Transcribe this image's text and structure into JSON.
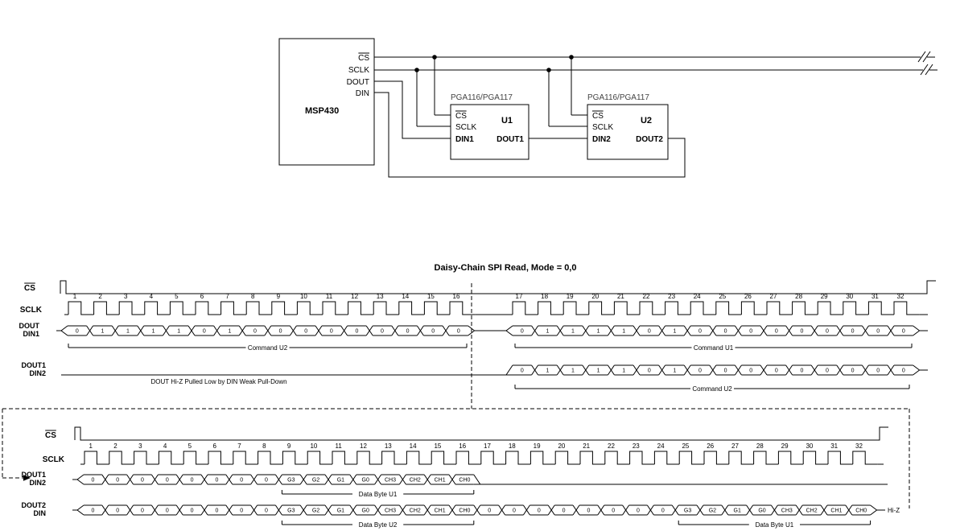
{
  "circuit": {
    "mcu": {
      "name": "MSP430",
      "pins": [
        "CS",
        "SCLK",
        "DOUT",
        "DIN"
      ]
    },
    "devices": [
      {
        "part": "PGA116/PGA117",
        "ref": "U1",
        "left_pins": [
          "CS",
          "SCLK",
          "DIN1"
        ],
        "right_pin": "DOUT1"
      },
      {
        "part": "PGA116/PGA117",
        "ref": "U2",
        "left_pins": [
          "CS",
          "SCLK",
          "DIN2"
        ],
        "right_pin": "DOUT2"
      }
    ]
  },
  "timing_title": "Daisy-Chain SPI Read, Mode = 0,0",
  "frame1": {
    "cs_label": "CS",
    "sclk_label": "SCLK",
    "clock_numbers": [
      "1",
      "2",
      "3",
      "4",
      "5",
      "6",
      "7",
      "8",
      "9",
      "10",
      "11",
      "12",
      "13",
      "14",
      "15",
      "16",
      "17",
      "18",
      "19",
      "20",
      "21",
      "22",
      "23",
      "24",
      "25",
      "26",
      "27",
      "28",
      "29",
      "30",
      "31",
      "32"
    ],
    "row_dout_din1": {
      "labels": [
        "DOUT",
        "DIN1"
      ],
      "groups": [
        {
          "bits": [
            "0",
            "1",
            "1",
            "1",
            "1",
            "0",
            "1",
            "0",
            "0",
            "0",
            "0",
            "0",
            "0",
            "0",
            "0",
            "0"
          ],
          "caption": "Command U2"
        },
        {
          "bits": [
            "0",
            "1",
            "1",
            "1",
            "1",
            "0",
            "1",
            "0",
            "0",
            "0",
            "0",
            "0",
            "0",
            "0",
            "0",
            "0"
          ],
          "caption": "Command U1"
        }
      ]
    },
    "row_dout1_din2": {
      "labels": [
        "DOUT1",
        "DIN2"
      ],
      "note": "DOUT Hi-Z Pulled Low by DIN Weak Pull-Down",
      "groups": [
        {
          "bits": [
            "0",
            "1",
            "1",
            "1",
            "1",
            "0",
            "1",
            "0",
            "0",
            "0",
            "0",
            "0",
            "0",
            "0",
            "0",
            "0"
          ],
          "caption": "Command U2"
        }
      ]
    }
  },
  "frame2": {
    "cs_label": "CS",
    "sclk_label": "SCLK",
    "clock_numbers": [
      "1",
      "2",
      "3",
      "4",
      "5",
      "6",
      "7",
      "8",
      "9",
      "10",
      "11",
      "12",
      "13",
      "14",
      "15",
      "16",
      "17",
      "18",
      "19",
      "20",
      "21",
      "22",
      "23",
      "24",
      "25",
      "26",
      "27",
      "28",
      "29",
      "30",
      "31",
      "32"
    ],
    "row_dout1_din2": {
      "labels": [
        "DOUT1",
        "DIN2"
      ],
      "bits": [
        "0",
        "0",
        "0",
        "0",
        "0",
        "0",
        "0",
        "0",
        "G3",
        "G2",
        "G1",
        "G0",
        "CH3",
        "CH2",
        "CH1",
        "CH0"
      ],
      "captions": [
        {
          "label": "Data Byte U1",
          "from_cell": 8,
          "to_cell": 16
        }
      ]
    },
    "row_dout2_din": {
      "labels": [
        "DOUT2",
        "DIN"
      ],
      "bits": [
        "0",
        "0",
        "0",
        "0",
        "0",
        "0",
        "0",
        "0",
        "G3",
        "G2",
        "G1",
        "G0",
        "CH3",
        "CH2",
        "CH1",
        "CH0",
        "0",
        "0",
        "0",
        "0",
        "0",
        "0",
        "0",
        "0",
        "G3",
        "G2",
        "G1",
        "G0",
        "CH3",
        "CH2",
        "CH1",
        "CH0"
      ],
      "captions": [
        {
          "label": "Data Byte U2",
          "from_cell": 8,
          "to_cell": 16
        },
        {
          "label": "Data Byte U1",
          "from_cell": 24,
          "to_cell": 32
        }
      ],
      "hiz_label": "Hi-Z"
    }
  }
}
